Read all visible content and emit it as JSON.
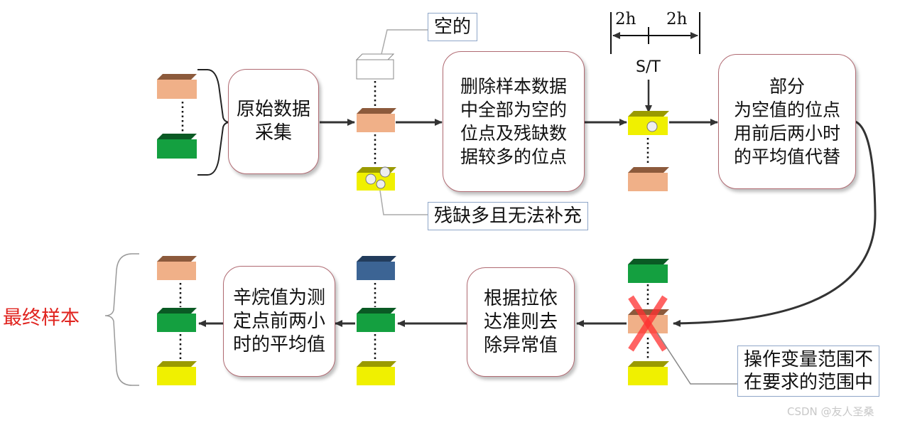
{
  "nodes": {
    "collect": "原始数据\n采集",
    "delete": "删除样本数据\n中全部为空的\n位点及残缺数\n据较多的位点",
    "partial": "部分\n为空值的位点\n用前后两小时\n的平均值代替",
    "pauta": "根据拉依\n达准则去\n除异常值",
    "xinshao": "辛烷值为测\n定点前两小\n时的平均值"
  },
  "callouts": {
    "empty": "空的",
    "missing": "残缺多且无法补充",
    "range": "操作变量范围不\n在要求的范围中"
  },
  "labels": {
    "h_left": "2h",
    "h_right": "2h",
    "st": "S/T",
    "final_sample": "最终样本",
    "watermark": "CSDN @友人圣桑"
  },
  "colors": {
    "peach": "#f0b088",
    "green": "#14a040",
    "yellow": "#f0f000",
    "blue": "#3c6494",
    "white": "#ffffff",
    "box_border": "#b06a72",
    "cross": "#ff3030",
    "final_text": "#e0231e"
  }
}
